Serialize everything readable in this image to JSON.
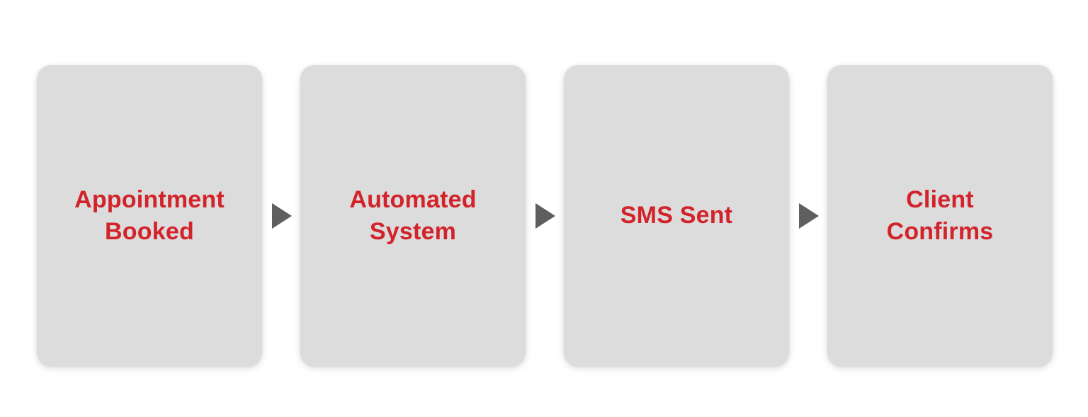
{
  "diagram": {
    "type": "process-flow",
    "orientation": "horizontal",
    "background_color": "#FFFFFF",
    "step_fill_color": "#DCDCDC",
    "step_text_color": "#D2232B",
    "arrow_color": "#5F5F5F",
    "step_count": 4,
    "arrow_count": 3,
    "steps": [
      {
        "index": 1,
        "label": "Appointment\nBooked",
        "line1": "Appointment",
        "line2": "Booked"
      },
      {
        "index": 2,
        "label": "Automated\nSystem",
        "line1": "Automated",
        "line2": "System"
      },
      {
        "index": 3,
        "label": "SMS Sent",
        "line1": "SMS Sent",
        "line2": ""
      },
      {
        "index": 4,
        "label": "Client\nConfirms",
        "line1": "Client",
        "line2": "Confirms"
      }
    ],
    "connectors": [
      {
        "index": 1,
        "icon": "arrow-right-triangle-icon",
        "from": "Appointment Booked",
        "to": "Automated System"
      },
      {
        "index": 2,
        "icon": "arrow-right-triangle-icon",
        "from": "Automated System",
        "to": "SMS Sent"
      },
      {
        "index": 3,
        "icon": "arrow-right-triangle-icon",
        "from": "SMS Sent",
        "to": "Client Confirms"
      }
    ]
  }
}
